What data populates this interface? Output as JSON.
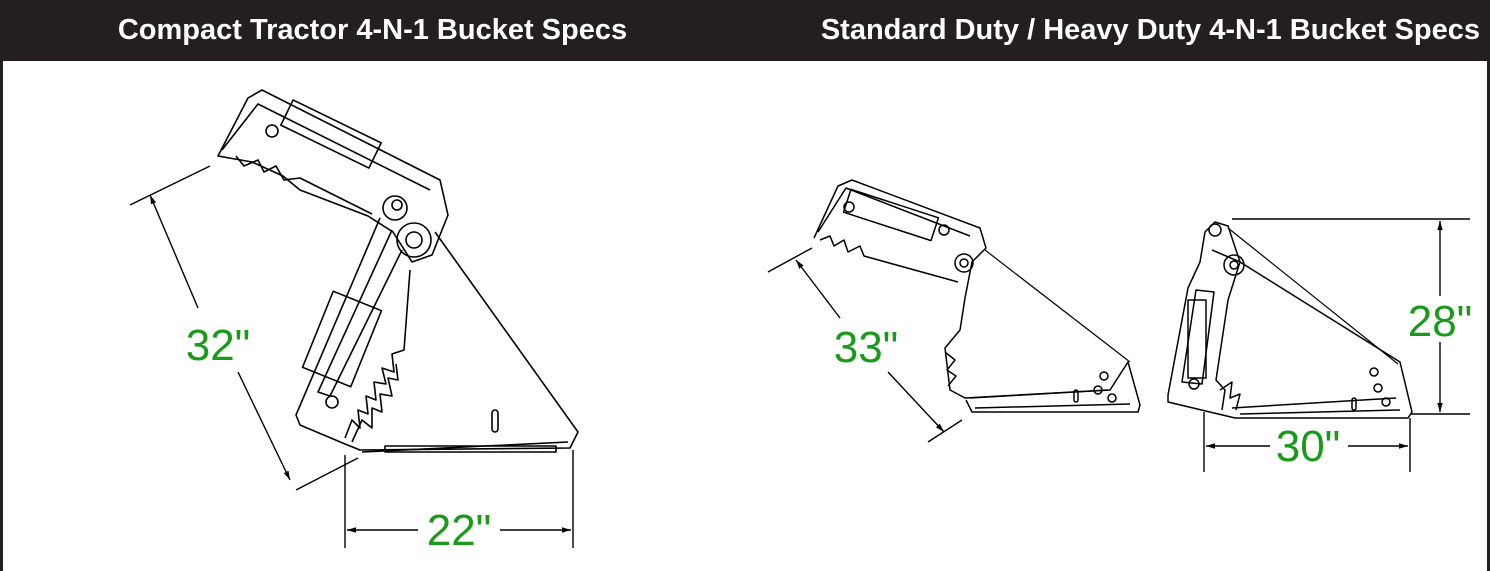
{
  "header": {
    "left_title": "Compact Tractor 4-N-1 Bucket Specs",
    "right_title": "Standard Duty  / Heavy Duty 4-N-1 Bucket Specs"
  },
  "dimensions": {
    "compact_height": "32\"",
    "compact_width": "22\"",
    "standard_opening": "33\"",
    "heavy_height": "28\"",
    "heavy_width": "30\""
  },
  "colors": {
    "header_bg": "#231f20",
    "dimension_text": "#1a9a1a"
  }
}
